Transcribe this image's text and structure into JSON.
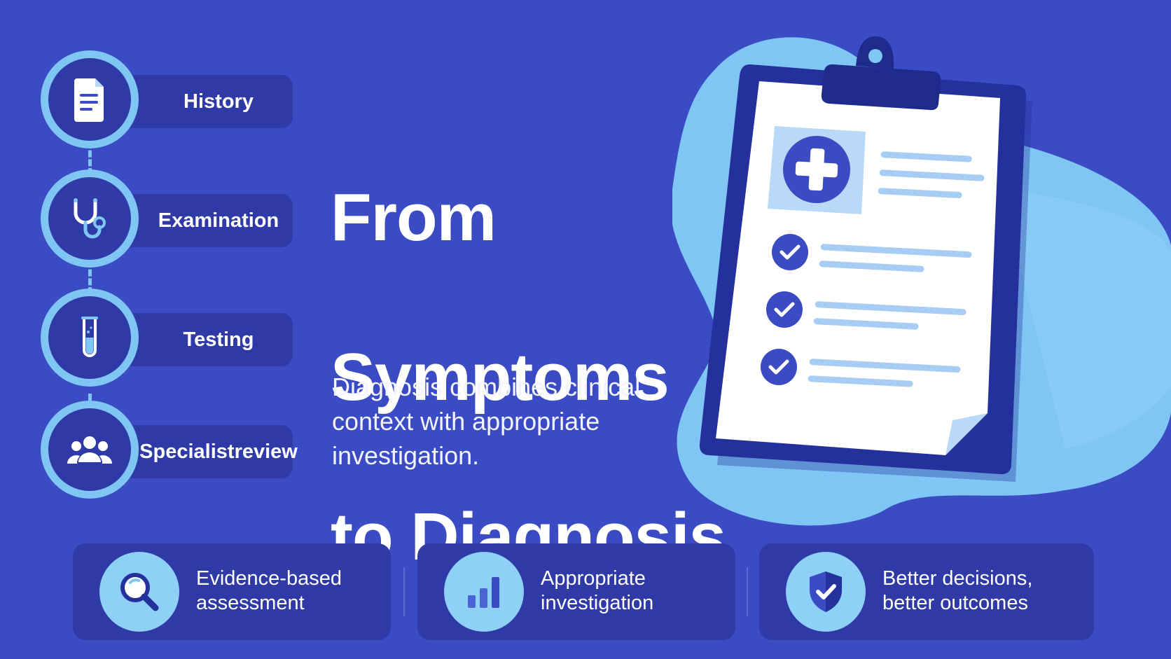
{
  "headline": {
    "lines": [
      "From",
      "Symptoms",
      "to Diagnosis"
    ]
  },
  "subtitle": "Diagnosis combines clinical context with appropriate investigation.",
  "steps": [
    {
      "lines": [
        "History"
      ],
      "icon": "document-icon"
    },
    {
      "lines": [
        "Examination"
      ],
      "icon": "stethoscope-icon"
    },
    {
      "lines": [
        "Testing"
      ],
      "icon": "test-tube-icon"
    },
    {
      "lines": [
        "Specialist",
        "review"
      ],
      "icon": "group-icon"
    }
  ],
  "cards": [
    {
      "lines": [
        "Evidence-based",
        "assessment"
      ],
      "icon": "magnifier-icon"
    },
    {
      "lines": [
        "Appropriate",
        "investigation"
      ],
      "icon": "bar-chart-icon"
    },
    {
      "lines": [
        "Better decisions,",
        "better outcomes"
      ],
      "icon": "shield-check-icon"
    }
  ],
  "colors": {
    "background": "#3a4bc4",
    "panel": "#2f3aa6",
    "accent_light": "#7fc6f5",
    "clipboard_frame": "#24309c",
    "paper": "#ffffff"
  }
}
